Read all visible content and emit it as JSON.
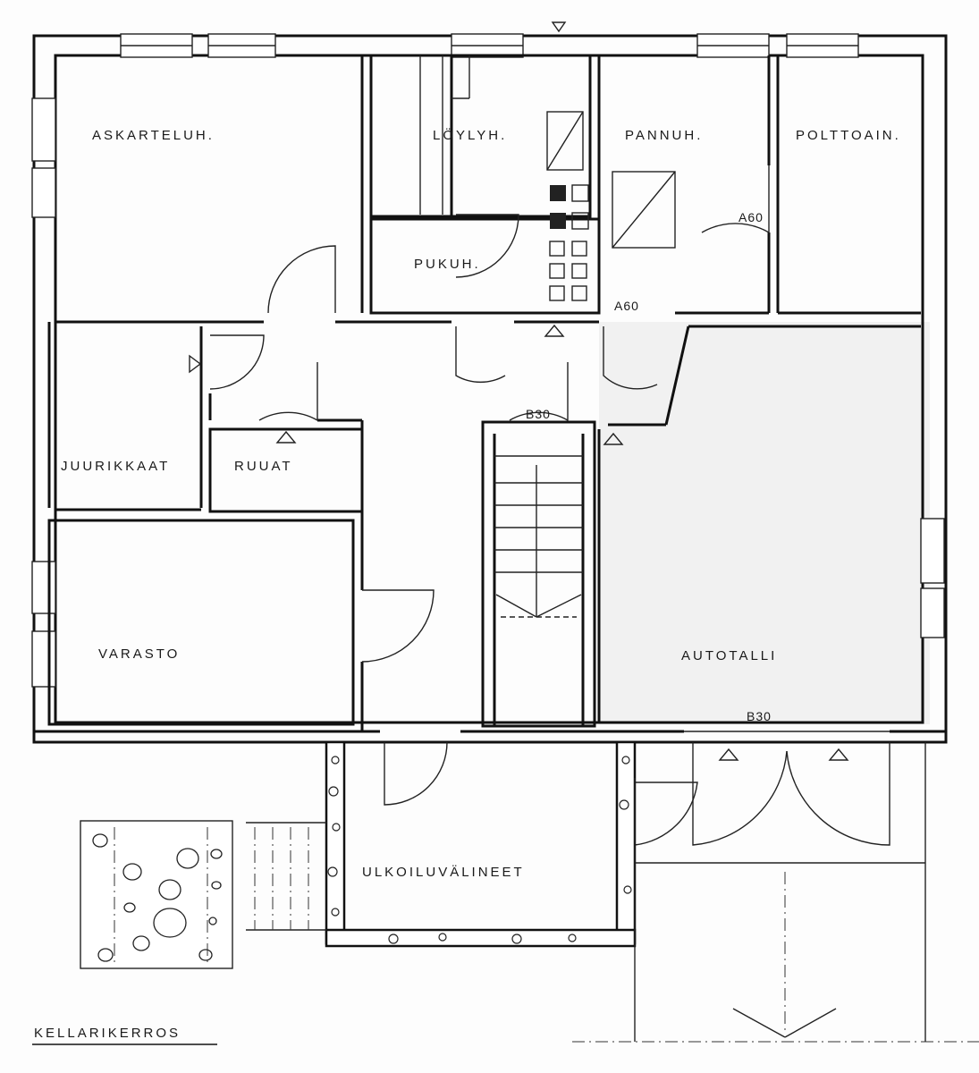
{
  "plan_title": "KELLARIKERROS",
  "rooms": {
    "askarteluh": "ASKARTELUH.",
    "loylyh": "LÖYLYH.",
    "pannuh": "PANNUH.",
    "polttoain": "POLTTOAIN.",
    "pukuh": "PUKUH.",
    "juurikkaat": "JUURIKKAAT",
    "ruuat": "RUUAT",
    "varasto": "VARASTO",
    "autotalli": "AUTOTALLI",
    "ulkoiluvalineet": "ULKOILUVÄLINEET"
  },
  "fire_ratings": {
    "a60_polttoain": "A60",
    "a60_pannuh": "A60",
    "b30_stair": "B30",
    "b30_garage": "B30"
  },
  "colors": {
    "ink": "#111111",
    "paper": "#fdfdfd"
  }
}
